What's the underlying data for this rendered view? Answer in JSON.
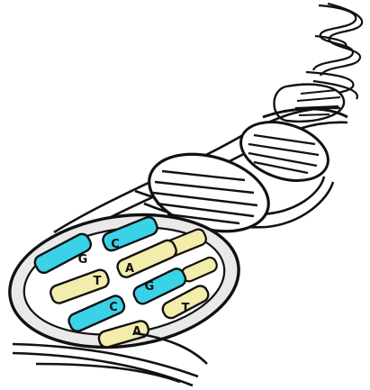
{
  "colors": {
    "ink": "#111111",
    "cyan": "#39d2e6",
    "cream": "#f3ecaa",
    "white": "#ffffff",
    "shadow": "#cfcfcf"
  },
  "base_labels": [
    {
      "label": "G",
      "color": "cyan"
    },
    {
      "label": "C",
      "color": "cyan"
    },
    {
      "label": "T",
      "color": "cream"
    },
    {
      "label": "A",
      "color": "cream"
    },
    {
      "label": "C",
      "color": "cyan"
    },
    {
      "label": "G",
      "color": "cyan"
    },
    {
      "label": "A",
      "color": "cream"
    },
    {
      "label": "T",
      "color": "cream"
    }
  ]
}
